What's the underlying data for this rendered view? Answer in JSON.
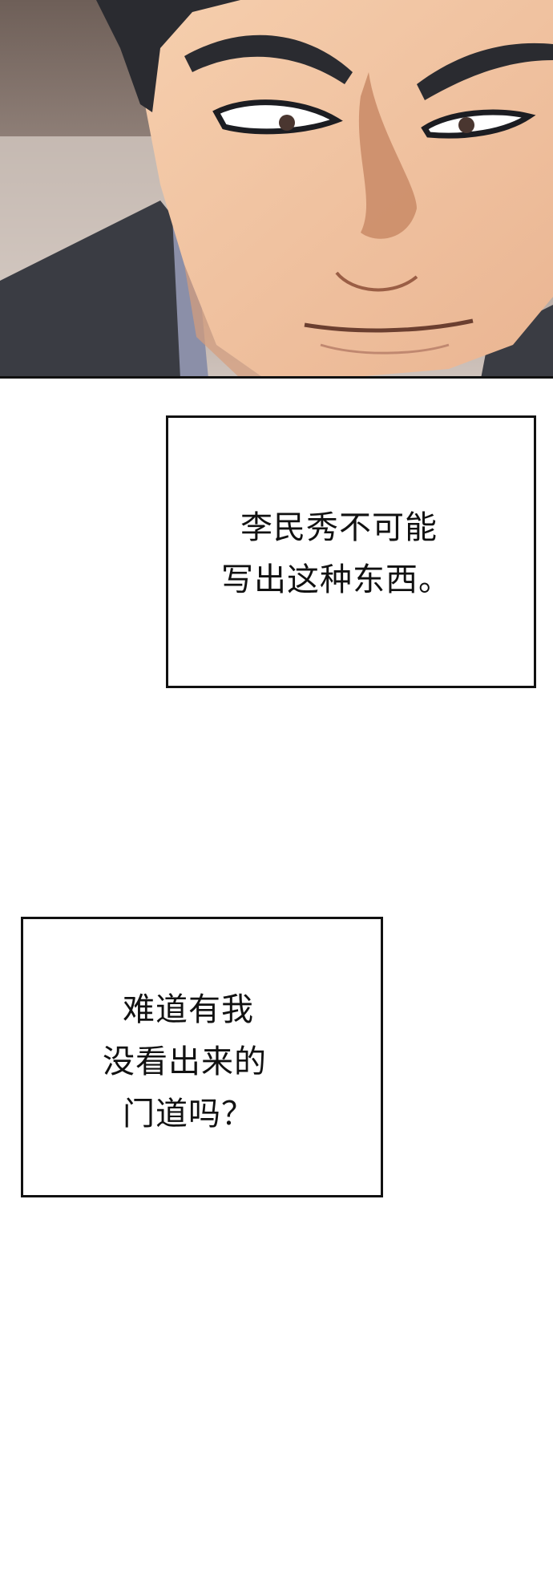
{
  "panel": {
    "colors": {
      "background": "#7b6a62",
      "skin": "#f0c2a0",
      "skin_shadow": "#c98a66",
      "suit": "#3b3d44",
      "shirt": "#8a8ea6",
      "hair": "#2a2b30"
    }
  },
  "captions": [
    {
      "lines": [
        "李民秀不可能",
        "写出这种东西。"
      ]
    },
    {
      "lines": [
        "难道有我",
        "没看出来的",
        "门道吗？"
      ]
    }
  ]
}
